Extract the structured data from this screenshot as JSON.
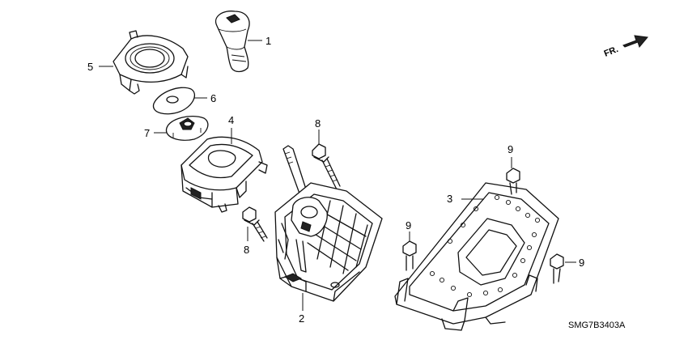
{
  "diagram": {
    "part_code": "SMG7B3403A",
    "front_label": "FR.",
    "callouts": [
      {
        "id": "c1",
        "label": "1"
      },
      {
        "id": "c2",
        "label": "2"
      },
      {
        "id": "c3",
        "label": "3"
      },
      {
        "id": "c4",
        "label": "4"
      },
      {
        "id": "c5",
        "label": "5"
      },
      {
        "id": "c6",
        "label": "6"
      },
      {
        "id": "c7",
        "label": "7"
      },
      {
        "id": "c8a",
        "label": "8"
      },
      {
        "id": "c8b",
        "label": "8"
      },
      {
        "id": "c9a",
        "label": "9"
      },
      {
        "id": "c9b",
        "label": "9"
      },
      {
        "id": "c9c",
        "label": "9"
      }
    ]
  }
}
